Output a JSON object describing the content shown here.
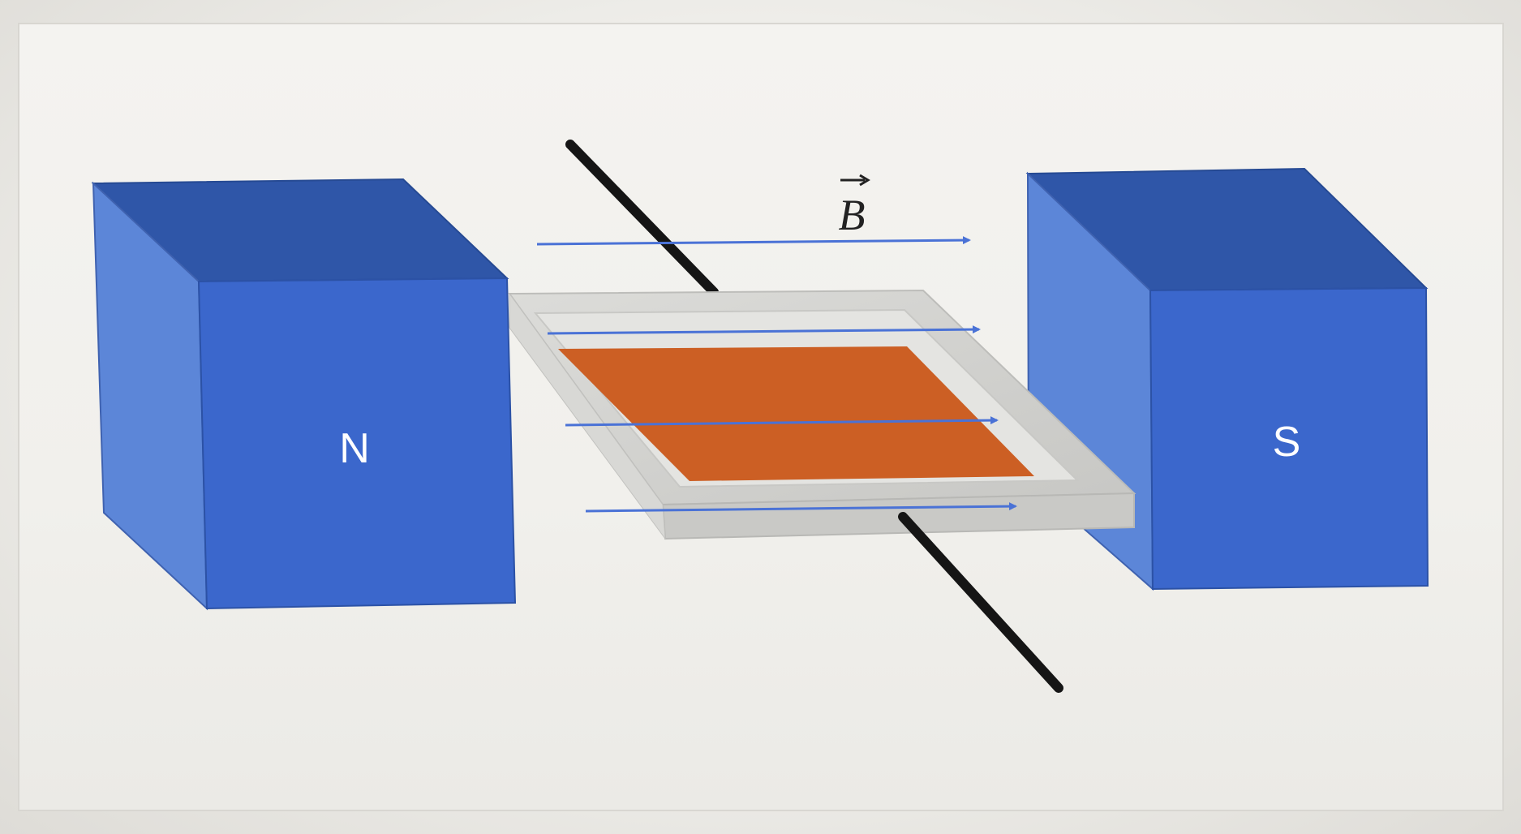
{
  "labels": {
    "north_pole": "N",
    "south_pole": "S",
    "field_symbol": "B"
  },
  "field_lines": 4,
  "colors": {
    "magnet_front": "#3b67cc",
    "magnet_top": "#2f56a8",
    "magnet_side": "#5c86d8",
    "coil_frame": "#d3d3d0",
    "coil_plate": "#cc5f24",
    "axle": "#151515",
    "field_arrow": "#4a72d6"
  },
  "icons": {
    "field_arrow": "right-arrow",
    "vector_bar": "vector-arrow-accent"
  }
}
